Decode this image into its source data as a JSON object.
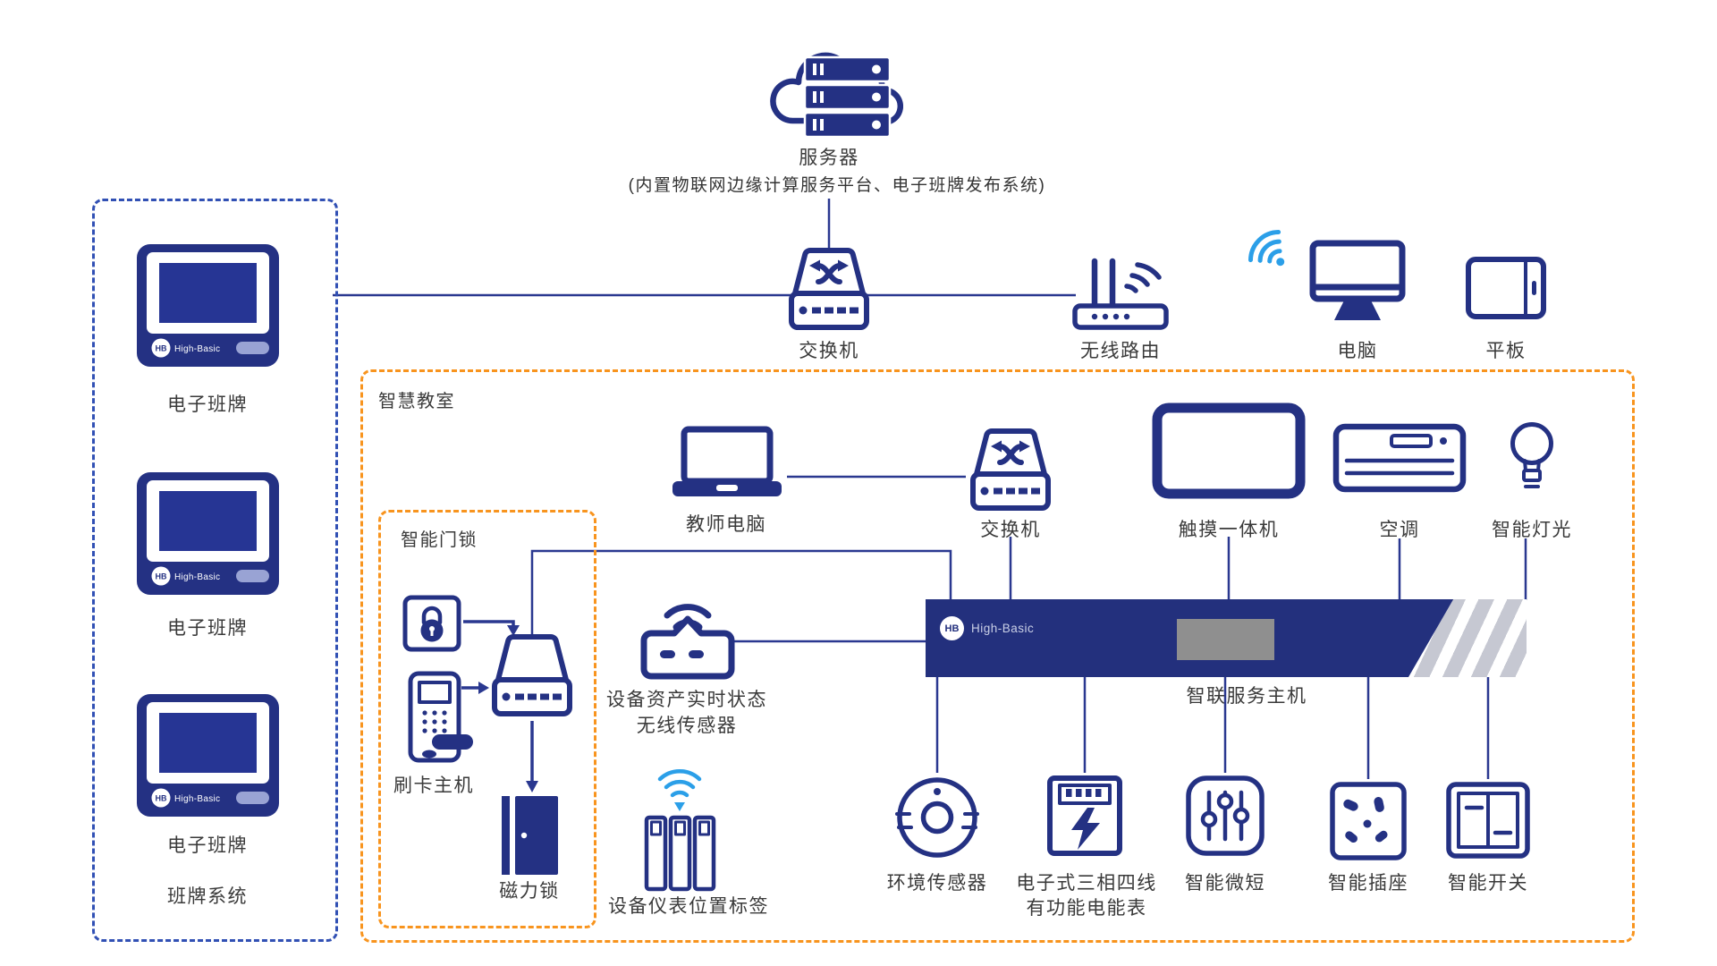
{
  "colors": {
    "navy": "#243183",
    "light_blue": "#2b9fe8",
    "orange_dash": "#f8941e",
    "blue_dash": "#3150b4",
    "host_bar": "#23307d",
    "gray_screen": "#8f8f8f",
    "hatch_gray": "#c6c8d2",
    "label_text": "#3a3a3a"
  },
  "brand": {
    "name": "High-Basic",
    "short": "HB"
  },
  "server": {
    "label": "服务器",
    "subtitle": "(内置物联网边缘计算服务平台、电子班牌发布系统)"
  },
  "backbone": {
    "switch": "交换机",
    "router": "无线路由",
    "pc": "电脑",
    "tablet": "平板"
  },
  "sign_system": {
    "title": "班牌系统",
    "sign": "电子班牌"
  },
  "classroom": {
    "title": "智慧教室",
    "teacher_pc": "教师电脑",
    "switch": "交换机",
    "touch_panel": "触摸一体机",
    "ac": "空调",
    "light": "智能灯光",
    "door_lock": {
      "title": "智能门锁",
      "card_host": "刷卡主机",
      "mag_lock": "磁力锁"
    },
    "asset_sensor": {
      "line1": "设备资产实时状态",
      "line2": "无线传感器"
    },
    "position_tags": "设备仪表位置标签",
    "host": "智联服务主机",
    "env_sensor": "环境传感器",
    "meter_line1": "电子式三相四线",
    "meter_line2": "有功能电能表",
    "breaker": "智能微短",
    "socket": "智能插座",
    "switch_panel": "智能开关"
  }
}
